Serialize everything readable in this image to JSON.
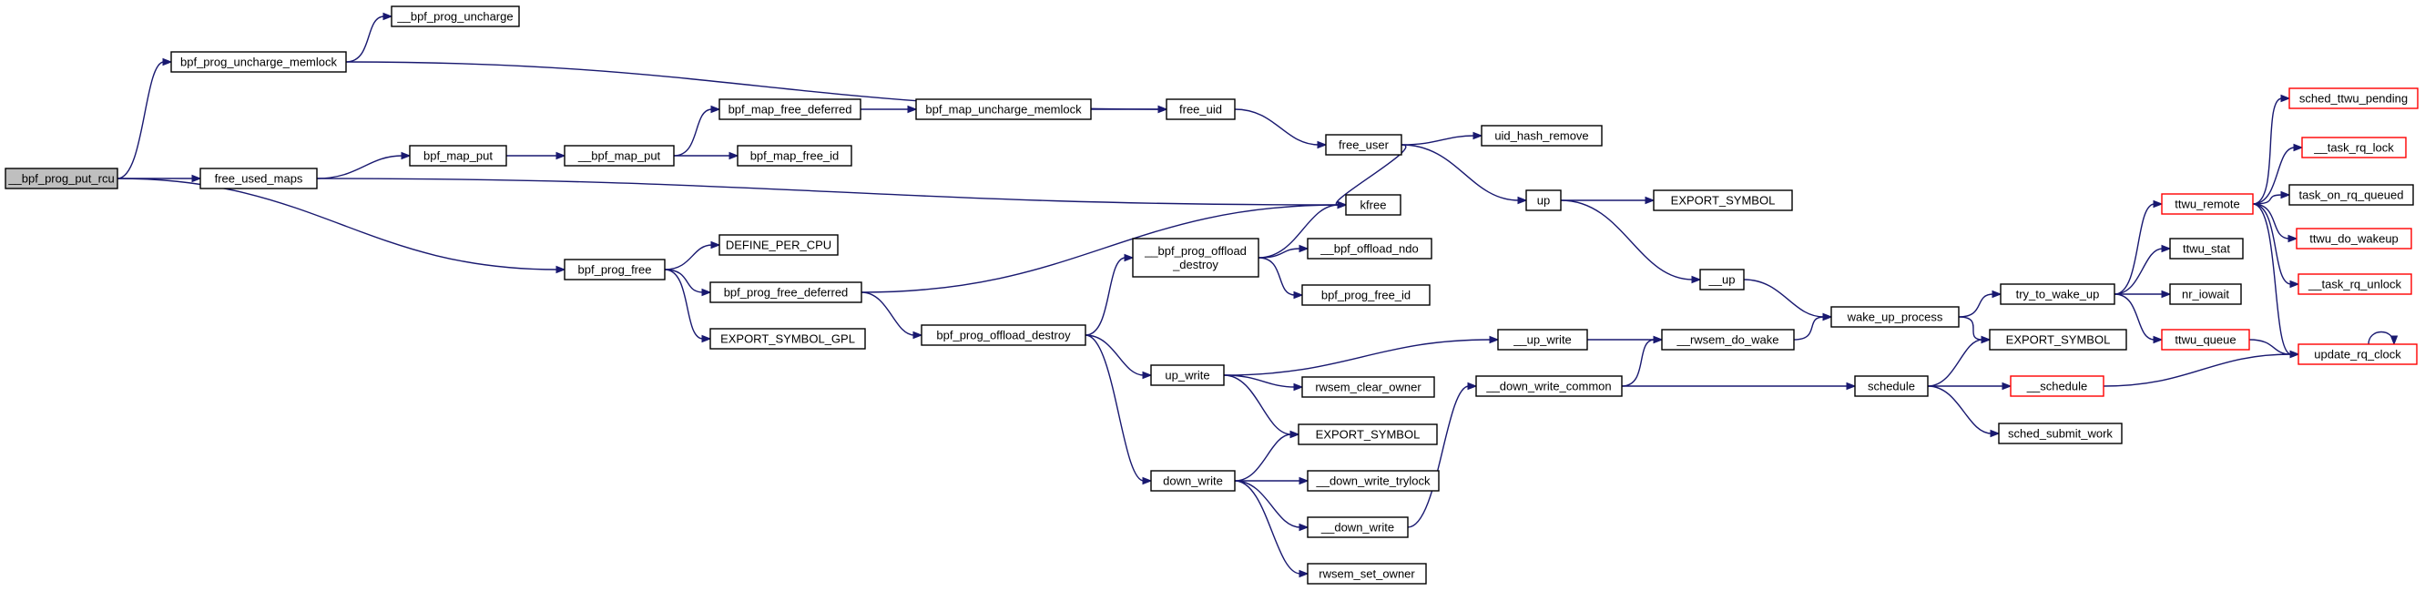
{
  "colors": {
    "edge": "#191970",
    "node_border": "#000000",
    "node_border_truncated": "#ff0000",
    "root_fill": "#bfbfbf",
    "node_fill": "#ffffff"
  },
  "nodes": [
    {
      "id": "bpf_prog_put_rcu",
      "label": "__bpf_prog_put_rcu",
      "root": true
    },
    {
      "id": "bpf_prog_uncharge_memlock",
      "label": "bpf_prog_uncharge_memlock"
    },
    {
      "id": "__bpf_prog_uncharge",
      "label": "__bpf_prog_uncharge"
    },
    {
      "id": "free_used_maps",
      "label": "free_used_maps"
    },
    {
      "id": "bpf_prog_free",
      "label": "bpf_prog_free"
    },
    {
      "id": "bpf_map_put",
      "label": "bpf_map_put"
    },
    {
      "id": "__bpf_map_put",
      "label": "__bpf_map_put"
    },
    {
      "id": "bpf_map_free_deferred",
      "label": "bpf_map_free_deferred"
    },
    {
      "id": "bpf_map_free_id",
      "label": "bpf_map_free_id"
    },
    {
      "id": "bpf_map_uncharge_memlock",
      "label": "bpf_map_uncharge_memlock"
    },
    {
      "id": "free_uid",
      "label": "free_uid"
    },
    {
      "id": "free_user",
      "label": "free_user"
    },
    {
      "id": "uid_hash_remove",
      "label": "uid_hash_remove"
    },
    {
      "id": "kfree",
      "label": "kfree"
    },
    {
      "id": "DEFINE_PER_CPU",
      "label": "DEFINE_PER_CPU"
    },
    {
      "id": "bpf_prog_free_deferred",
      "label": "bpf_prog_free_deferred"
    },
    {
      "id": "EXPORT_SYMBOL_GPL",
      "label": "EXPORT_SYMBOL_GPL"
    },
    {
      "id": "bpf_prog_offload_destroy",
      "label": "bpf_prog_offload_destroy"
    },
    {
      "id": "__bpf_prog_offload_destroy",
      "label": "__bpf_prog_offload\n_destroy"
    },
    {
      "id": "__bpf_offload_ndo",
      "label": "__bpf_offload_ndo"
    },
    {
      "id": "bpf_prog_free_id",
      "label": "bpf_prog_free_id"
    },
    {
      "id": "up_write",
      "label": "up_write"
    },
    {
      "id": "down_write",
      "label": "down_write"
    },
    {
      "id": "rwsem_clear_owner",
      "label": "rwsem_clear_owner"
    },
    {
      "id": "EXPORT_SYMBOL_a",
      "label": "EXPORT_SYMBOL"
    },
    {
      "id": "__down_write_trylock",
      "label": "__down_write_trylock"
    },
    {
      "id": "__down_write",
      "label": "__down_write"
    },
    {
      "id": "rwsem_set_owner",
      "label": "rwsem_set_owner"
    },
    {
      "id": "up",
      "label": "up"
    },
    {
      "id": "EXPORT_SYMBOL_b",
      "label": "EXPORT_SYMBOL"
    },
    {
      "id": "__up",
      "label": "__up"
    },
    {
      "id": "__up_write",
      "label": "__up_write"
    },
    {
      "id": "__rwsem_do_wake",
      "label": "__rwsem_do_wake"
    },
    {
      "id": "__down_write_common",
      "label": "__down_write_common"
    },
    {
      "id": "wake_up_process",
      "label": "wake_up_process"
    },
    {
      "id": "try_to_wake_up",
      "label": "try_to_wake_up"
    },
    {
      "id": "EXPORT_SYMBOL_c",
      "label": "EXPORT_SYMBOL"
    },
    {
      "id": "schedule",
      "label": "schedule"
    },
    {
      "id": "__schedule",
      "label": "__schedule",
      "truncated": true
    },
    {
      "id": "sched_submit_work",
      "label": "sched_submit_work"
    },
    {
      "id": "ttwu_remote",
      "label": "ttwu_remote",
      "truncated": true
    },
    {
      "id": "ttwu_stat",
      "label": "ttwu_stat"
    },
    {
      "id": "nr_iowait",
      "label": "nr_iowait"
    },
    {
      "id": "ttwu_queue",
      "label": "ttwu_queue",
      "truncated": true
    },
    {
      "id": "sched_ttwu_pending",
      "label": "sched_ttwu_pending",
      "truncated": true
    },
    {
      "id": "__task_rq_lock",
      "label": "__task_rq_lock",
      "truncated": true
    },
    {
      "id": "task_on_rq_queued",
      "label": "task_on_rq_queued"
    },
    {
      "id": "ttwu_do_wakeup",
      "label": "ttwu_do_wakeup",
      "truncated": true
    },
    {
      "id": "__task_rq_unlock",
      "label": "__task_rq_unlock",
      "truncated": true
    },
    {
      "id": "update_rq_clock",
      "label": "update_rq_clock",
      "truncated": true
    }
  ],
  "edges": [
    [
      "bpf_prog_put_rcu",
      "bpf_prog_uncharge_memlock"
    ],
    [
      "bpf_prog_put_rcu",
      "free_used_maps"
    ],
    [
      "bpf_prog_put_rcu",
      "bpf_prog_free"
    ],
    [
      "bpf_prog_uncharge_memlock",
      "__bpf_prog_uncharge"
    ],
    [
      "bpf_prog_uncharge_memlock",
      "free_uid"
    ],
    [
      "free_used_maps",
      "bpf_map_put"
    ],
    [
      "free_used_maps",
      "kfree"
    ],
    [
      "bpf_map_put",
      "__bpf_map_put"
    ],
    [
      "__bpf_map_put",
      "bpf_map_free_deferred"
    ],
    [
      "__bpf_map_put",
      "bpf_map_free_id"
    ],
    [
      "bpf_map_free_deferred",
      "bpf_map_uncharge_memlock"
    ],
    [
      "bpf_map_uncharge_memlock",
      "free_uid"
    ],
    [
      "free_uid",
      "free_user"
    ],
    [
      "free_user",
      "uid_hash_remove"
    ],
    [
      "free_user",
      "kfree"
    ],
    [
      "free_user",
      "up"
    ],
    [
      "bpf_prog_free",
      "DEFINE_PER_CPU"
    ],
    [
      "bpf_prog_free",
      "bpf_prog_free_deferred"
    ],
    [
      "bpf_prog_free",
      "EXPORT_SYMBOL_GPL"
    ],
    [
      "bpf_prog_free_deferred",
      "kfree"
    ],
    [
      "bpf_prog_free_deferred",
      "bpf_prog_offload_destroy"
    ],
    [
      "bpf_prog_offload_destroy",
      "__bpf_prog_offload_destroy"
    ],
    [
      "bpf_prog_offload_destroy",
      "up_write"
    ],
    [
      "bpf_prog_offload_destroy",
      "down_write"
    ],
    [
      "__bpf_prog_offload_destroy",
      "kfree"
    ],
    [
      "__bpf_prog_offload_destroy",
      "__bpf_offload_ndo"
    ],
    [
      "__bpf_prog_offload_destroy",
      "bpf_prog_free_id"
    ],
    [
      "up_write",
      "__up_write"
    ],
    [
      "up_write",
      "rwsem_clear_owner"
    ],
    [
      "up_write",
      "EXPORT_SYMBOL_a"
    ],
    [
      "down_write",
      "EXPORT_SYMBOL_a"
    ],
    [
      "down_write",
      "__down_write_trylock"
    ],
    [
      "down_write",
      "__down_write"
    ],
    [
      "down_write",
      "rwsem_set_owner"
    ],
    [
      "__down_write",
      "__down_write_common"
    ],
    [
      "up",
      "EXPORT_SYMBOL_b"
    ],
    [
      "up",
      "__up"
    ],
    [
      "__up",
      "wake_up_process"
    ],
    [
      "__up_write",
      "__rwsem_do_wake"
    ],
    [
      "__rwsem_do_wake",
      "wake_up_process"
    ],
    [
      "__down_write_common",
      "__rwsem_do_wake"
    ],
    [
      "__down_write_common",
      "schedule"
    ],
    [
      "wake_up_process",
      "try_to_wake_up"
    ],
    [
      "wake_up_process",
      "EXPORT_SYMBOL_c"
    ],
    [
      "schedule",
      "EXPORT_SYMBOL_c"
    ],
    [
      "schedule",
      "__schedule"
    ],
    [
      "schedule",
      "sched_submit_work"
    ],
    [
      "__schedule",
      "update_rq_clock"
    ],
    [
      "try_to_wake_up",
      "ttwu_remote"
    ],
    [
      "try_to_wake_up",
      "ttwu_stat"
    ],
    [
      "try_to_wake_up",
      "nr_iowait"
    ],
    [
      "try_to_wake_up",
      "ttwu_queue"
    ],
    [
      "ttwu_remote",
      "sched_ttwu_pending"
    ],
    [
      "ttwu_remote",
      "__task_rq_lock"
    ],
    [
      "ttwu_remote",
      "task_on_rq_queued"
    ],
    [
      "ttwu_remote",
      "ttwu_do_wakeup"
    ],
    [
      "ttwu_remote",
      "__task_rq_unlock"
    ],
    [
      "ttwu_remote",
      "update_rq_clock"
    ],
    [
      "ttwu_queue",
      "update_rq_clock"
    ],
    [
      "update_rq_clock",
      "update_rq_clock"
    ]
  ]
}
